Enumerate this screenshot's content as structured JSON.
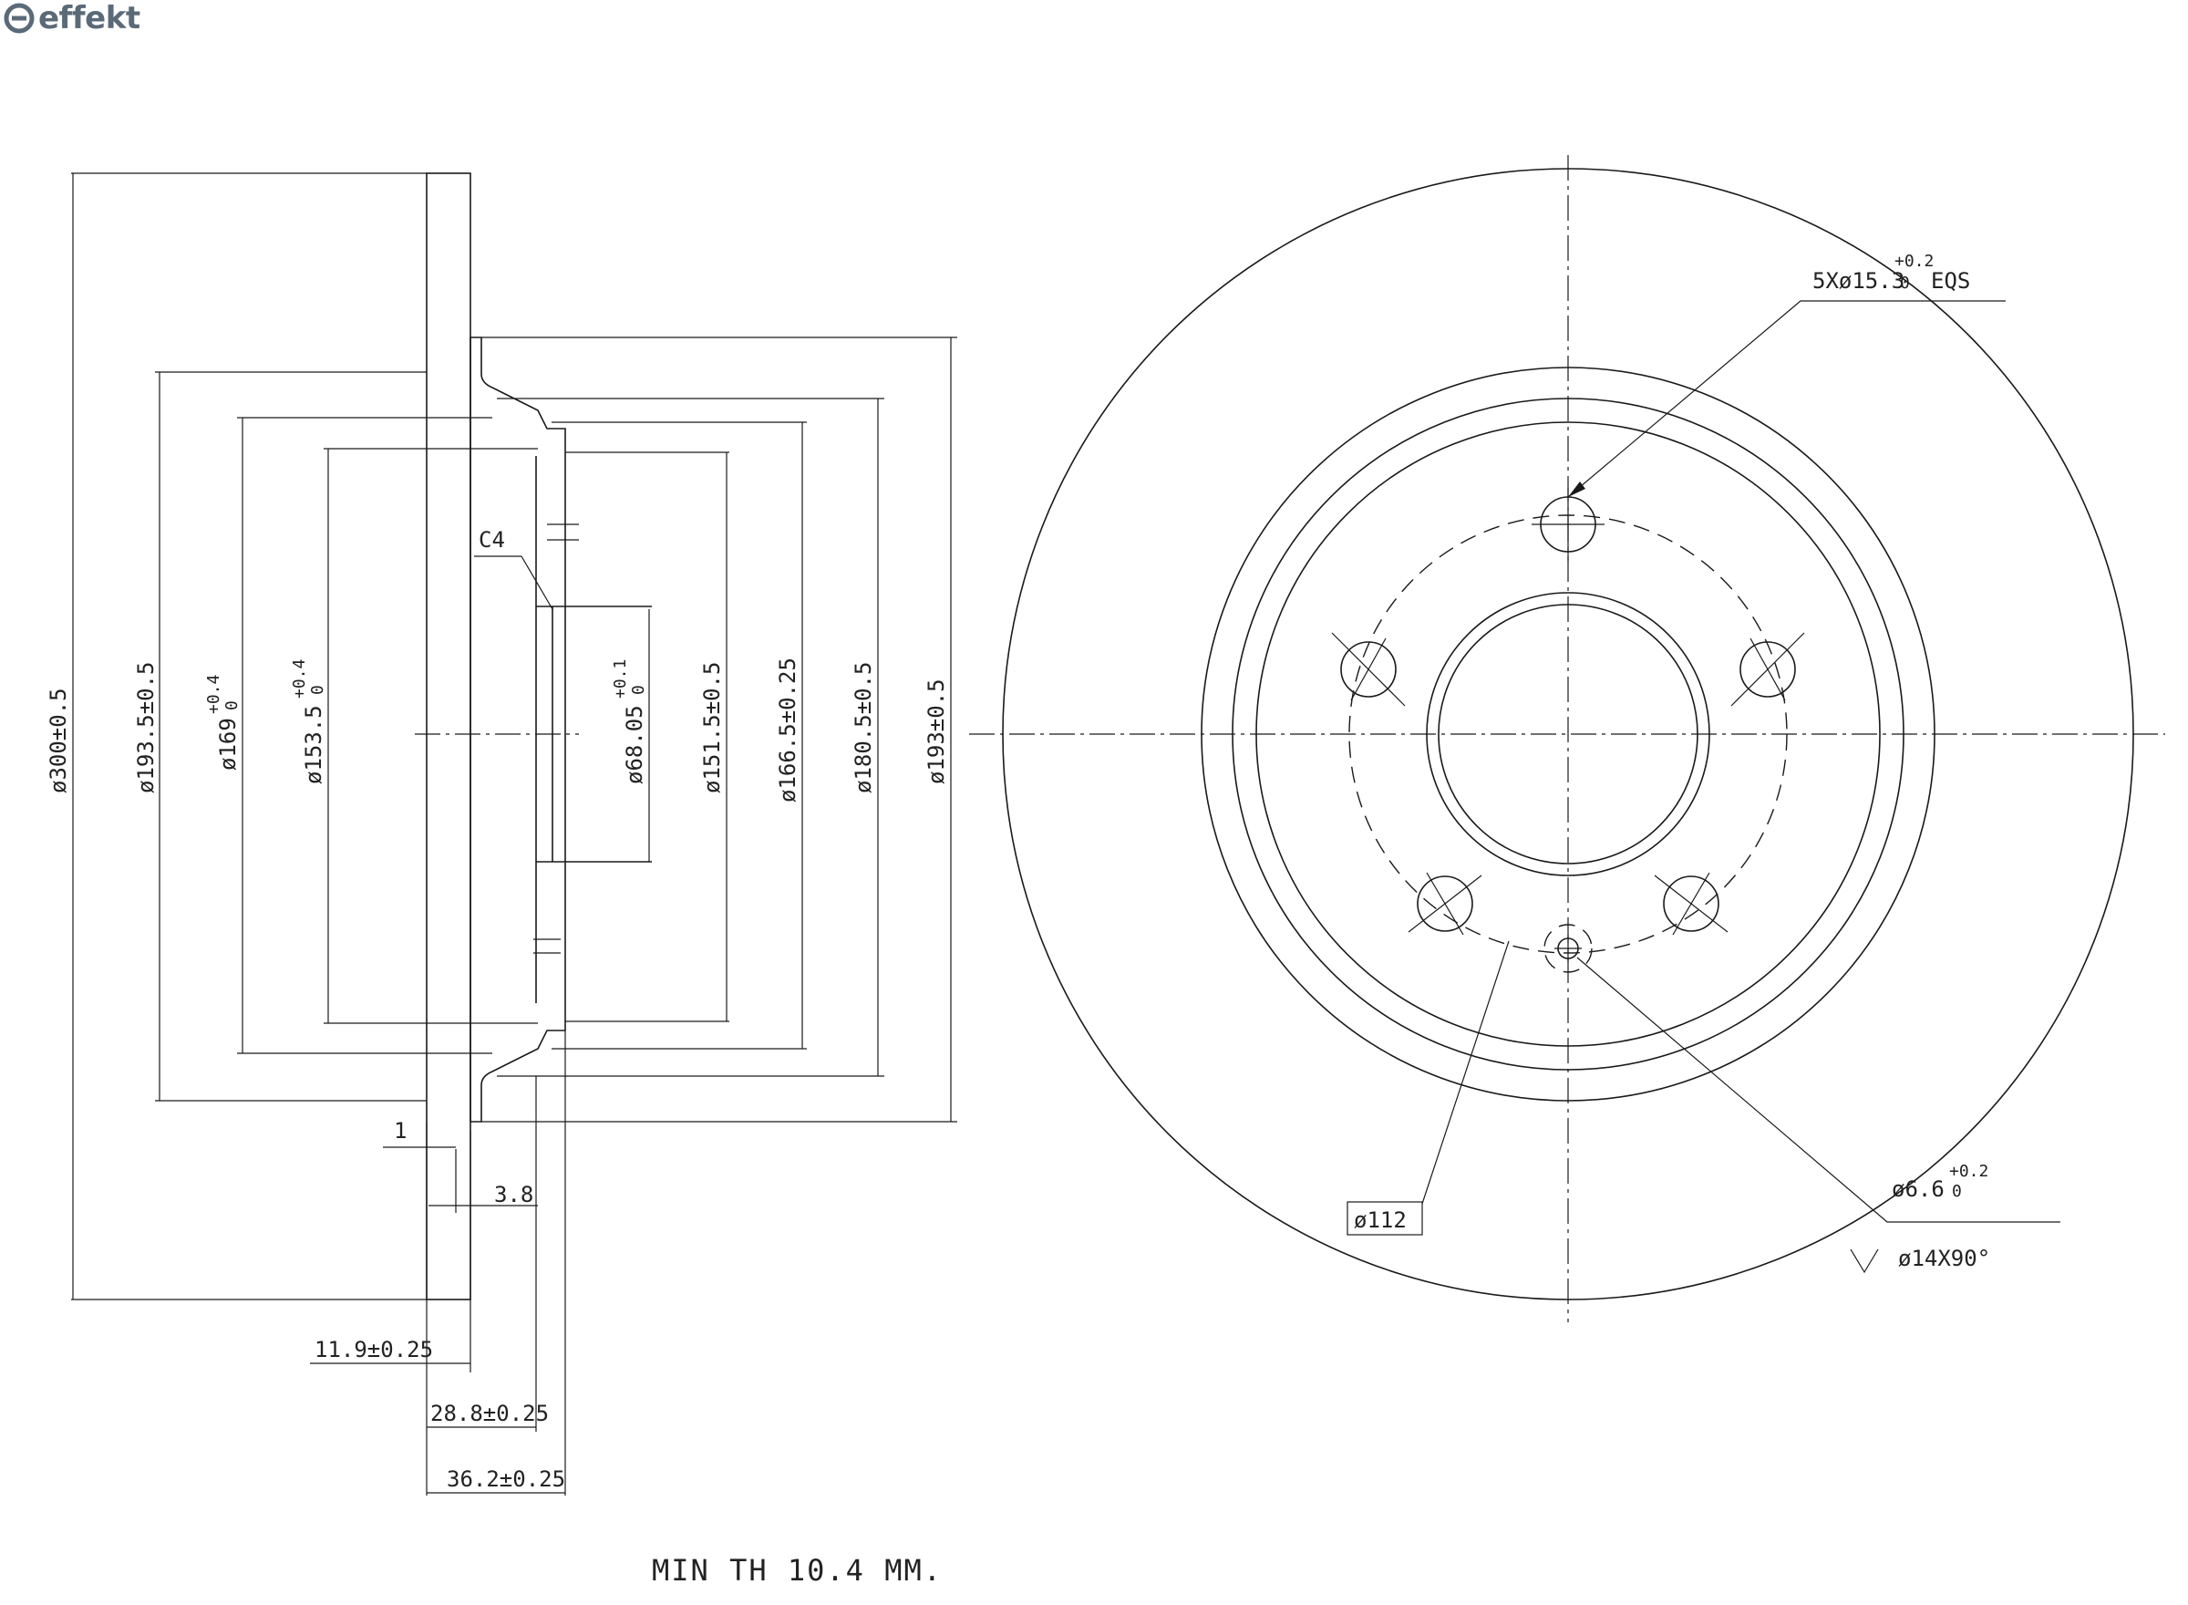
{
  "brand": {
    "name": "effekt",
    "icon": "effekt-logo-icon"
  },
  "side_view": {
    "diameters": [
      {
        "key": "d300",
        "text": "ø300±0.5"
      },
      {
        "key": "d193_5",
        "text": "ø193.5±0.5"
      },
      {
        "key": "d169",
        "text": "ø169",
        "tol_upper": "+0.4",
        "tol_lower": "0"
      },
      {
        "key": "d153_5",
        "text": "ø153.5",
        "tol_upper": "+0.4",
        "tol_lower": "0"
      },
      {
        "key": "d68_05",
        "text": "ø68.05",
        "tol_upper": "+0.1",
        "tol_lower": "0"
      },
      {
        "key": "d151_5",
        "text": "ø151.5±0.5"
      },
      {
        "key": "d166_5",
        "text": "ø166.5±0.25"
      },
      {
        "key": "d180_5",
        "text": "ø180.5±0.5"
      },
      {
        "key": "d193",
        "text": "ø193±0.5"
      }
    ],
    "chamfer": "C4",
    "dim_1": "1",
    "dim_3_8": "3.8",
    "dim_11_9": "11.9±0.25",
    "dim_28_8": "28.8±0.25",
    "dim_36_2": "36.2±0.25"
  },
  "front_view": {
    "bolt_holes": {
      "text": "5Xø15.3",
      "tol_upper": "+0.2",
      "tol_lower": "0",
      "suffix": "EQS"
    },
    "pitch_circle": "ø112",
    "pin_hole": {
      "text": "ø6.6",
      "tol_upper": "+0.2",
      "tol_lower": "0"
    },
    "countersink": "ø14X90°"
  },
  "note": "MIN TH 10.4  MM."
}
